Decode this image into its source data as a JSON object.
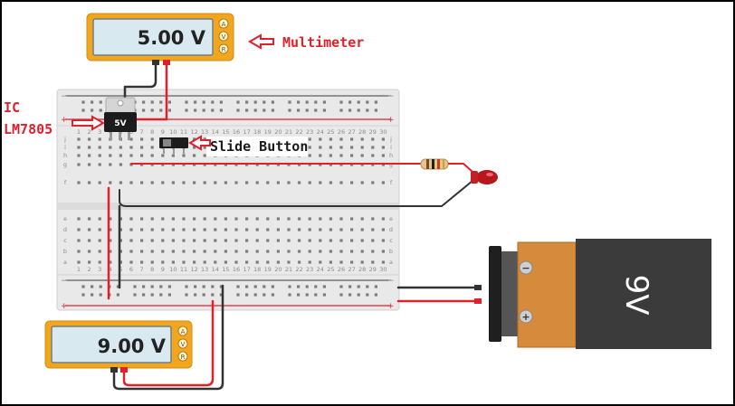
{
  "meters": {
    "top": {
      "reading": "5.00 V",
      "modes": [
        "A",
        "V",
        "R"
      ]
    },
    "bottom": {
      "reading": "9.00 V",
      "modes": [
        "A",
        "V",
        "R"
      ]
    }
  },
  "regulator": {
    "label": "5V"
  },
  "battery": {
    "label": "9V",
    "minus": "−",
    "plus": "+"
  },
  "annotations": {
    "multimeter": "Multimeter",
    "ic_line1": "IC",
    "ic_line2": "LM7805",
    "slide_button": "Slide Button"
  },
  "breadboard": {
    "columns": [
      "1",
      "2",
      "3",
      "4",
      "5",
      "6",
      "7",
      "8",
      "9",
      "10",
      "11",
      "12",
      "13",
      "14",
      "15",
      "16",
      "17",
      "18",
      "19",
      "20",
      "21",
      "22",
      "23",
      "24",
      "25",
      "26",
      "27",
      "28",
      "29",
      "30"
    ],
    "rows_top": [
      "j",
      "i",
      "h",
      "g",
      "f"
    ],
    "rows_bottom": [
      "e",
      "d",
      "c",
      "b",
      "a"
    ],
    "rail_plus": "+",
    "rail_minus": "−"
  },
  "colors": {
    "meter_body": "#f2a51f",
    "wire_red": "#e0202a",
    "wire_black": "#333333",
    "annotation": "#e0202a",
    "battery_orange": "#d68a3c",
    "battery_dark": "#3b3b3b"
  }
}
